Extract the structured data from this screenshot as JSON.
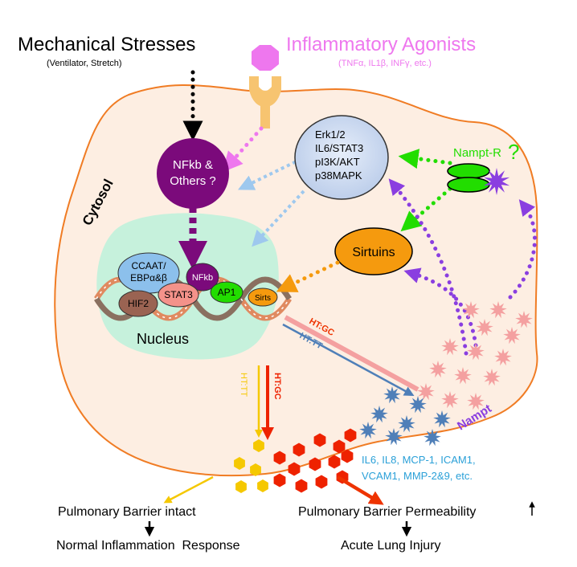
{
  "header": {
    "mechanical_title": "Mechanical Stresses",
    "mechanical_sub": "(Ventilator, Stretch)",
    "inflammatory_title": "Inflammatory Agonists",
    "inflammatory_sub": "(TNFα, IL1β, INFγ, etc.)"
  },
  "cell": {
    "cytosol_label": "Cytosol",
    "nucleus_label": "Nucleus"
  },
  "nodes": {
    "nfkb_line1": "NFkb &",
    "nfkb_line2": "Others ?",
    "kinases": [
      "Erk1/2",
      "IL6/STAT3",
      "pI3K/AKT",
      "p38MAPK"
    ],
    "receptor": "Nampt-R",
    "receptor_q": "?",
    "sirtuins": "Sirtuins",
    "nampt": "Nampt"
  },
  "tf": {
    "ccaat_line1": "CCAAT/",
    "ccaat_line2": "EBPα&β",
    "nfkb": "NFkb",
    "stat3": "STAT3",
    "hif2": "HIF2",
    "ap1": "AP1",
    "sirts": "Sirts"
  },
  "genotypes": {
    "ht_gc": "HT:GC",
    "ht_tt": "HT:TT"
  },
  "cytokines": {
    "line1": "IL6, IL8, MCP-1, ICAM1,",
    "line2": "VCAM1, MMP-2&9, etc."
  },
  "outcomes": {
    "intact": "Pulmonary Barrier intact",
    "normal": "Normal Inflammation  Response",
    "permeability": "Pulmonary Barrier Permeability",
    "injury": "Acute Lung Injury"
  },
  "colors": {
    "magenta": "#ee77ee",
    "purple": "#7b0a7b",
    "violet": "#8a3ee0",
    "green": "#22dd00",
    "orange": "#f59a0e",
    "salmon": "#f4a0a0",
    "steel": "#4f7fb8",
    "red": "#ee2200",
    "yellow": "#f5c800",
    "cyan": "#2aa0d8",
    "cell_fill": "#fdeee2",
    "cell_stroke": "#f07c24",
    "nucleus_fill": "#c6f1dc"
  }
}
